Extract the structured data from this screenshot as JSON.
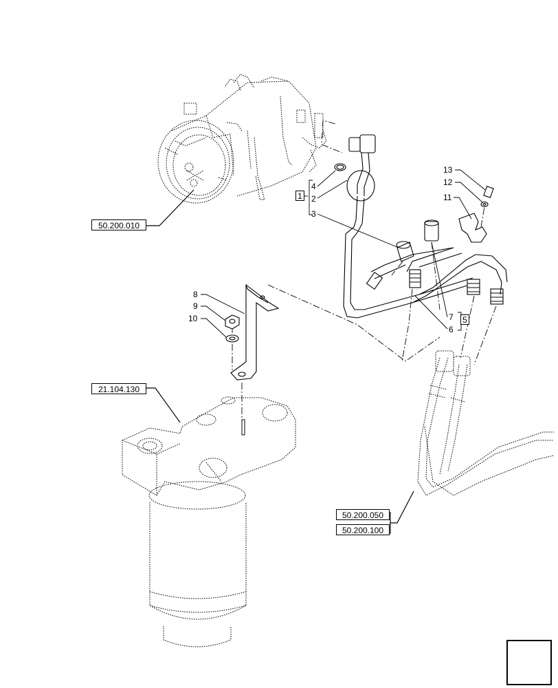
{
  "references": {
    "compressor": "50.200.010",
    "filter": "21.104.130",
    "hose_a": "50.200.050",
    "hose_b": "50.200.100"
  },
  "groups": {
    "group_1": "1",
    "group_5": "5"
  },
  "callouts": [
    "2",
    "3",
    "4",
    "6",
    "7",
    "8",
    "9",
    "10",
    "11",
    "12",
    "13"
  ],
  "icons": {
    "nav": "arrow-back-icon"
  }
}
